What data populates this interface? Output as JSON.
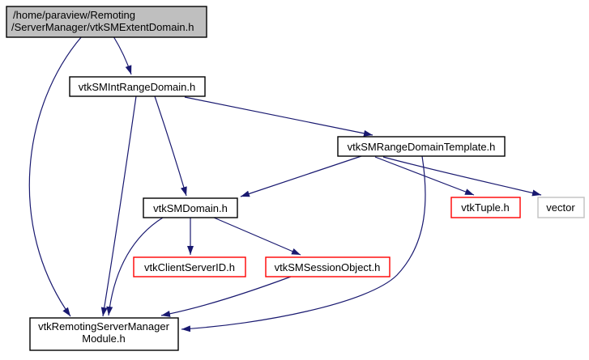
{
  "diagram": {
    "kind": "doxygen-include-dependency-graph",
    "background": "#ffffff",
    "edge_color": "#191970",
    "node_border_color": "#000000",
    "truncated_node_border_color": "#ff0000",
    "external_node_border_color": "#c0c0c0",
    "root_fill": "#bfbfbf",
    "node_fill": "#ffffff",
    "nodes": {
      "extent": {
        "line1": "/home/paraview/Remoting",
        "line2": "/ServerManager/vtkSMExtentDomain.h"
      },
      "int_range": {
        "label": "vtkSMIntRangeDomain.h"
      },
      "range_template": {
        "label": "vtkSMRangeDomainTemplate.h"
      },
      "sm_domain": {
        "label": "vtkSMDomain.h"
      },
      "tuple": {
        "label": "vtkTuple.h"
      },
      "vector": {
        "label": "vector"
      },
      "client_server_id": {
        "label": "vtkClientServerID.h"
      },
      "session_object": {
        "label": "vtkSMSessionObject.h"
      },
      "module": {
        "line1": "vtkRemotingServerManager",
        "line2": "Module.h"
      }
    },
    "edges": [
      {
        "from": "/ServerManager/vtkSMExtentDomain.h",
        "to": "vtkSMIntRangeDomain.h"
      },
      {
        "from": "/ServerManager/vtkSMExtentDomain.h",
        "to": "vtkRemotingServerManagerModule.h"
      },
      {
        "from": "vtkSMIntRangeDomain.h",
        "to": "vtkSMRangeDomainTemplate.h"
      },
      {
        "from": "vtkSMIntRangeDomain.h",
        "to": "vtkSMDomain.h"
      },
      {
        "from": "vtkSMIntRangeDomain.h",
        "to": "vtkRemotingServerManagerModule.h"
      },
      {
        "from": "vtkSMRangeDomainTemplate.h",
        "to": "vtkSMDomain.h"
      },
      {
        "from": "vtkSMRangeDomainTemplate.h",
        "to": "vtkTuple.h"
      },
      {
        "from": "vtkSMRangeDomainTemplate.h",
        "to": "vector"
      },
      {
        "from": "vtkSMRangeDomainTemplate.h",
        "to": "vtkRemotingServerManagerModule.h"
      },
      {
        "from": "vtkSMDomain.h",
        "to": "vtkClientServerID.h"
      },
      {
        "from": "vtkSMDomain.h",
        "to": "vtkSMSessionObject.h"
      },
      {
        "from": "vtkSMDomain.h",
        "to": "vtkRemotingServerManagerModule.h"
      },
      {
        "from": "vtkSMSessionObject.h",
        "to": "vtkRemotingServerManagerModule.h"
      }
    ]
  }
}
